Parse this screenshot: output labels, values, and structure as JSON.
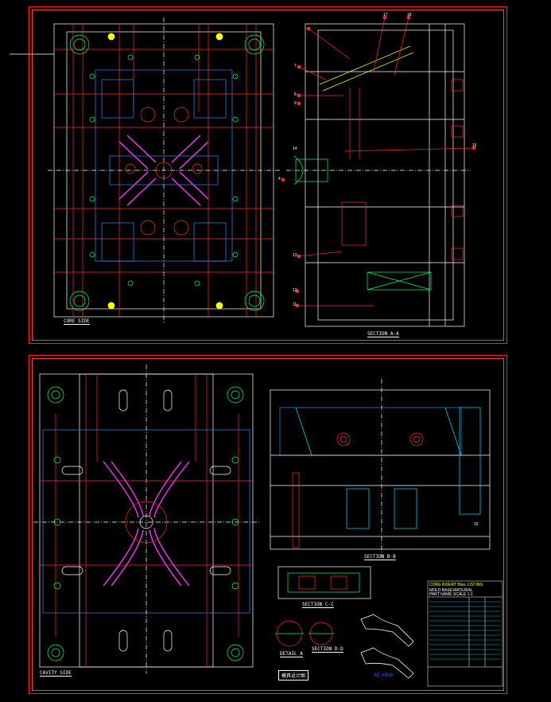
{
  "colors": {
    "background": "#000000",
    "border": "#ff2020",
    "plate": "#ffffff",
    "cooling": "#ff2a2a",
    "runner": "#ff33ff",
    "slider": "#2b8cff",
    "bolt": "#00ff66",
    "leader": "#ffff00",
    "cyan": "#00e5ff"
  },
  "top_sheet": {
    "core_label": "CORE SIDE",
    "section_label": "SECTION A-A",
    "balloons": [
      "17",
      "18",
      "7",
      "8",
      "9",
      "16",
      "4",
      "14",
      "13",
      "12",
      "11",
      "15"
    ]
  },
  "bottom_sheet": {
    "cavity_label": "CAVITY SIDE",
    "section_bb_label": "SECTION B-B",
    "section_cc_label": "SECTION C-C",
    "detail_label_1": "DETAIL A",
    "detail_label_2": "SECTION D-D",
    "stamp": "模具设计图",
    "view_3d": "3D VIEW",
    "title_block": {
      "header": "CORE INSERT Blas. LISTING",
      "lines": [
        "MOLD BASE",
        "MATERIAL",
        "PART NAME",
        "SCALE 1:1"
      ]
    }
  }
}
